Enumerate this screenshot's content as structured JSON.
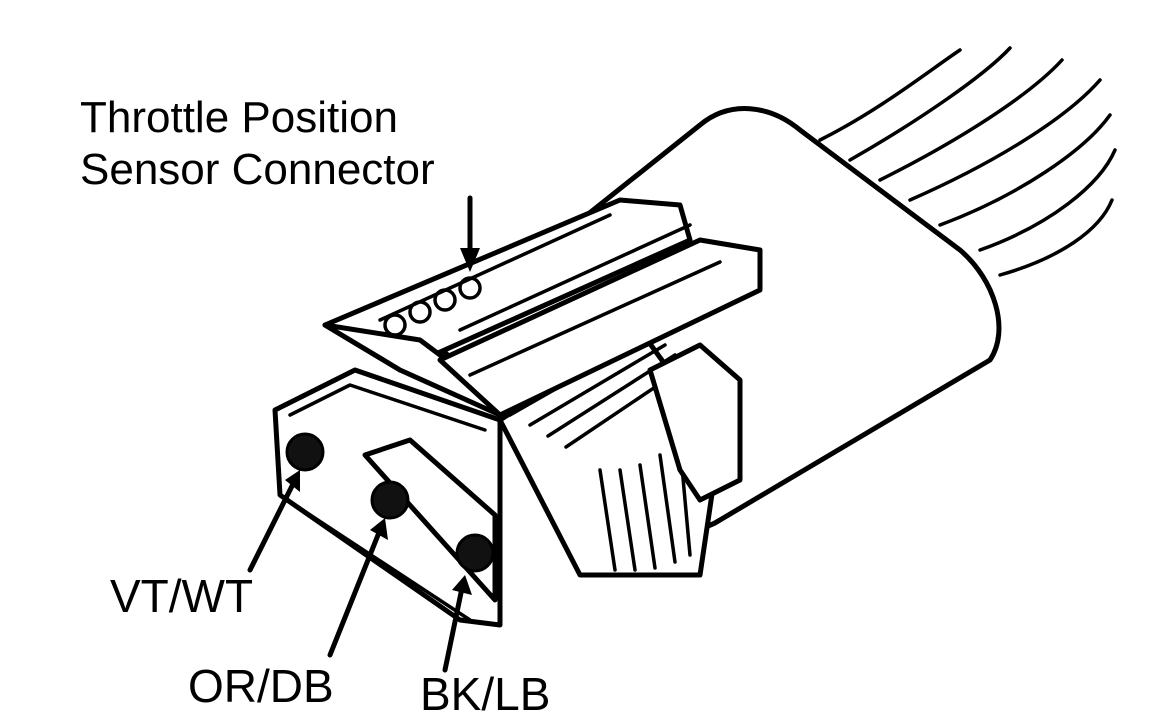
{
  "title_line1": "Throttle Position",
  "title_line2": "Sensor Connector",
  "pins": [
    {
      "label": "VT/WT"
    },
    {
      "label": "OR/DB"
    },
    {
      "label": "BK/LB"
    }
  ]
}
